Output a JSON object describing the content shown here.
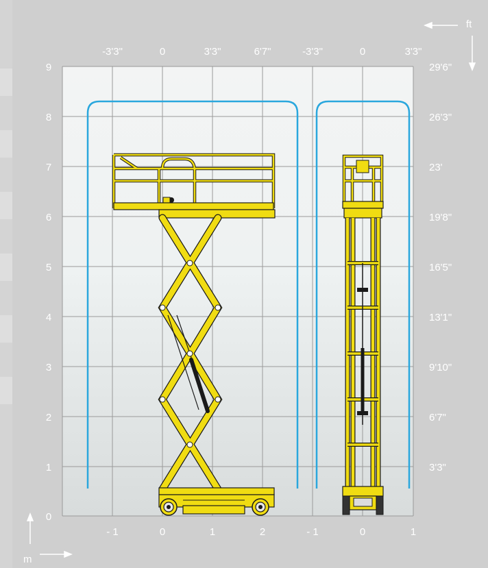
{
  "units": {
    "metric": "m",
    "imperial": "ft"
  },
  "left_axis": {
    "labels": [
      "9",
      "8",
      "7",
      "6",
      "5",
      "4",
      "3",
      "2",
      "1",
      "0"
    ]
  },
  "right_axis": {
    "labels": [
      "29'6\"",
      "26'3\"",
      "23'",
      "19'8\"",
      "16'5\"",
      "13'1\"",
      "9'10\"",
      "6'7\"",
      "3'3\""
    ]
  },
  "top_axis_side_view": {
    "labels": [
      "-3'3\"",
      "0",
      "3'3\"",
      "6'7\""
    ]
  },
  "top_axis_front_view": {
    "labels": [
      "-3'3\"",
      "0",
      "3'3\""
    ]
  },
  "bottom_axis_side_view": {
    "labels": [
      "- 1",
      "0",
      "1",
      "2"
    ]
  },
  "bottom_axis_front_view": {
    "labels": [
      "- 1",
      "0",
      "1"
    ]
  },
  "colors": {
    "background": "#cfcfcf",
    "plot_area": "#e9edee",
    "grid": "#9a9a9a",
    "envelope": "#2aa7dd",
    "machine_yellow": "#f0dc12",
    "machine_outline": "#1a1a1a",
    "text": "#ffffff"
  },
  "icons": [
    "arrow-up-icon",
    "arrow-right-icon",
    "arrow-left-icon",
    "arrow-down-icon"
  ]
}
